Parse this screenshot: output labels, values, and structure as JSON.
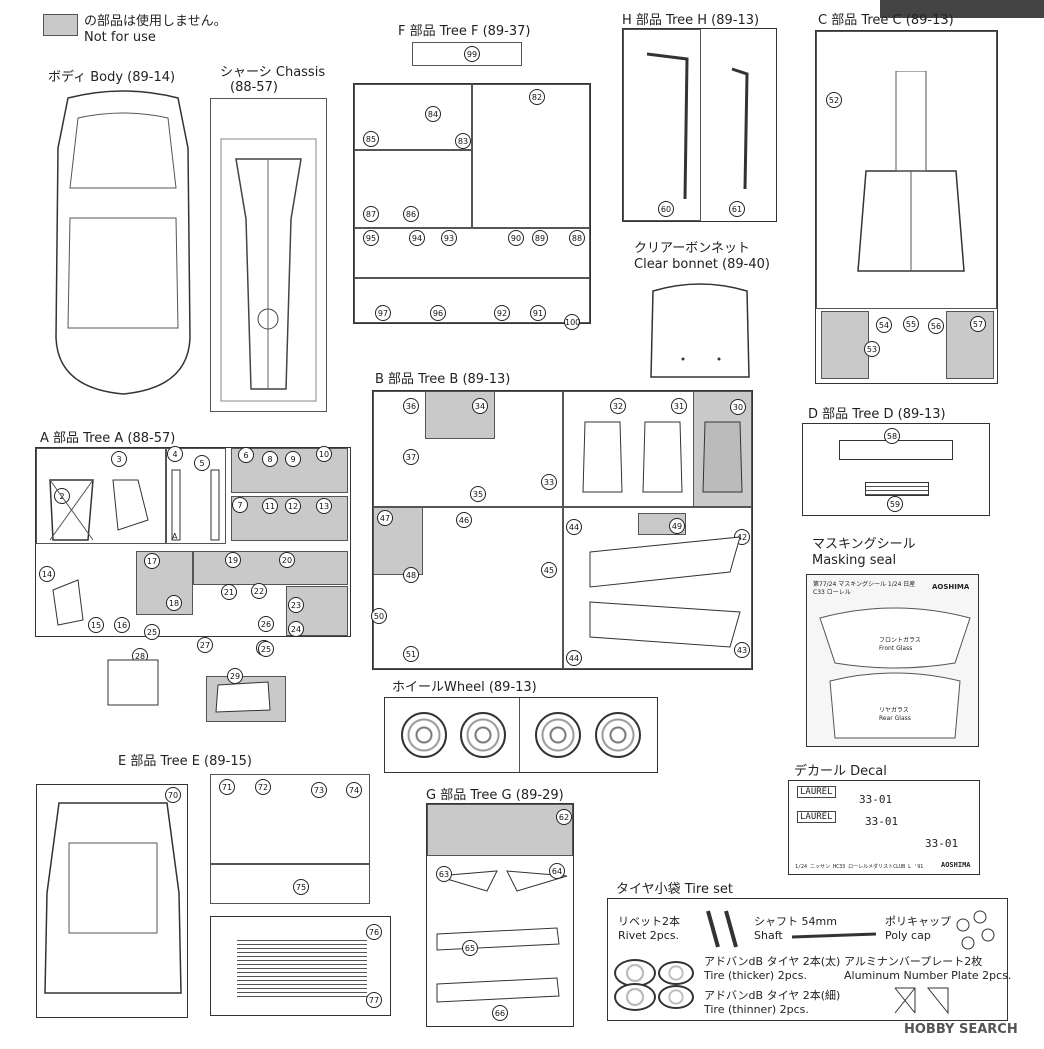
{
  "legend": {
    "jp": "の部品は使用しません。",
    "en": "Not for use",
    "swatch_color": "#c9c9c9"
  },
  "sections": {
    "body": "ボディ Body (89-14)",
    "chassis_1": "シャーシ Chassis",
    "chassis_2": "(88-57)",
    "tree_f": "F 部品 Tree F (89-37)",
    "tree_h": "H 部品 Tree H (89-13)",
    "tree_c": "C 部品 Tree C (89-13)",
    "clear_bonnet_jp": "クリアーボンネット",
    "clear_bonnet_en": "Clear bonnet (89-40)",
    "tree_b": "B 部品 Tree B (89-13)",
    "tree_a": "A 部品 Tree A (88-57)",
    "tree_d": "D 部品 Tree D (89-13)",
    "masking_jp": "マスキングシール",
    "masking_en": "Masking seal",
    "wheel": "ホイールWheel (89-13)",
    "tree_e": "E 部品 Tree E (89-15)",
    "tree_g": "G 部品 Tree G (89-29)",
    "decal": "デカール Decal",
    "tire_set": "タイヤ小袋 Tire set"
  },
  "tire_set": {
    "rivet_jp": "リベット2本",
    "rivet_en": "Rivet 2pcs.",
    "shaft_jp": "シャフト 54mm",
    "shaft_en": "Shaft",
    "polycap_jp": "ポリキャップ",
    "polycap_en": "Poly cap",
    "thick_jp": "アドバンdB タイヤ 2本(太)",
    "thick_en": "Tire (thicker) 2pcs.",
    "plate_jp": "アルミナンバープレート2枚",
    "plate_en": "Aluminum Number Plate 2pcs.",
    "thin_jp": "アドバンdB タイヤ 2本(細)",
    "thin_en": "Tire (thinner) 2pcs."
  },
  "masking": {
    "header": "第77/24 マスキングシール 1/24 日産 C33 ローレル",
    "brand": "AOSHIMA",
    "front_jp": "フロントガラス",
    "front_en": "Front Glass",
    "rear_jp": "リヤガラス",
    "rear_en": "Rear Glass"
  },
  "decal": {
    "laurel": "LAUREL",
    "plate1": "33-01",
    "plate2": "33-01",
    "plate3": "33-01",
    "footer": "1/24 ニッサン HC33 ローレルメダリストCLUB L '91",
    "brand": "AOSHIMA"
  },
  "watermark": {
    "brand": "HOBBY SEARCH"
  },
  "parts": {
    "tree_a": [
      "2",
      "3",
      "4",
      "5",
      "6",
      "8",
      "9",
      "10",
      "7",
      "11",
      "12",
      "13",
      "14",
      "15",
      "16",
      "17",
      "18",
      "19",
      "20",
      "21",
      "22",
      "23",
      "24",
      "25",
      "25",
      "26",
      "27",
      "25",
      "28",
      "29",
      "A"
    ],
    "tree_b": [
      "36",
      "34",
      "32",
      "31",
      "30",
      "37",
      "35",
      "33",
      "47",
      "46",
      "45",
      "44",
      "49",
      "42",
      "48",
      "50",
      "51",
      "44",
      "43"
    ],
    "tree_c": [
      "52",
      "54",
      "55",
      "56",
      "57",
      "53"
    ],
    "tree_d": [
      "58",
      "59"
    ],
    "tree_e": [
      "70",
      "71",
      "72",
      "73",
      "74",
      "75",
      "76",
      "77"
    ],
    "tree_f": [
      "99",
      "82",
      "84",
      "85",
      "83",
      "87",
      "86",
      "95",
      "94",
      "93",
      "90",
      "89",
      "88",
      "97",
      "96",
      "92",
      "91",
      "100"
    ],
    "tree_g": [
      "62",
      "63",
      "64",
      "65",
      "66"
    ],
    "tree_h": [
      "60",
      "61"
    ]
  }
}
